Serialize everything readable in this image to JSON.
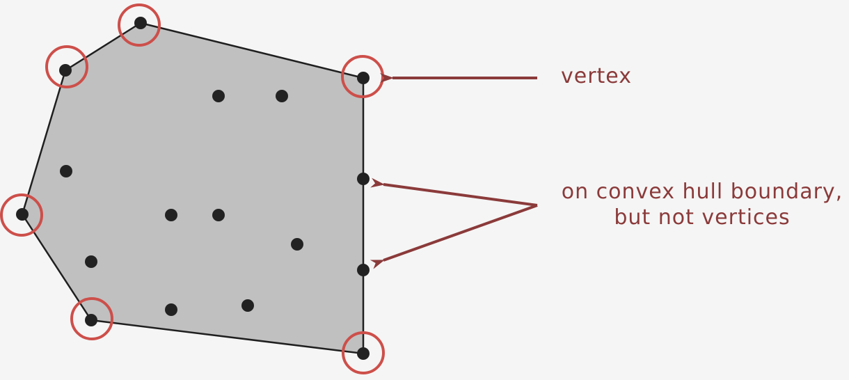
{
  "colors": {
    "background": "#f5f5f5",
    "hull_fill": "#c0c0c0",
    "hull_stroke": "#1f1f1f",
    "point": "#222222",
    "vertex_ring": "#cd4f4a",
    "arrow": "#8b3a3a",
    "label_text": "#8b3a3a"
  },
  "labels": {
    "vertex": "vertex",
    "boundary_line1": "on convex hull boundary,",
    "boundary_line2": "but not vertices"
  }
}
